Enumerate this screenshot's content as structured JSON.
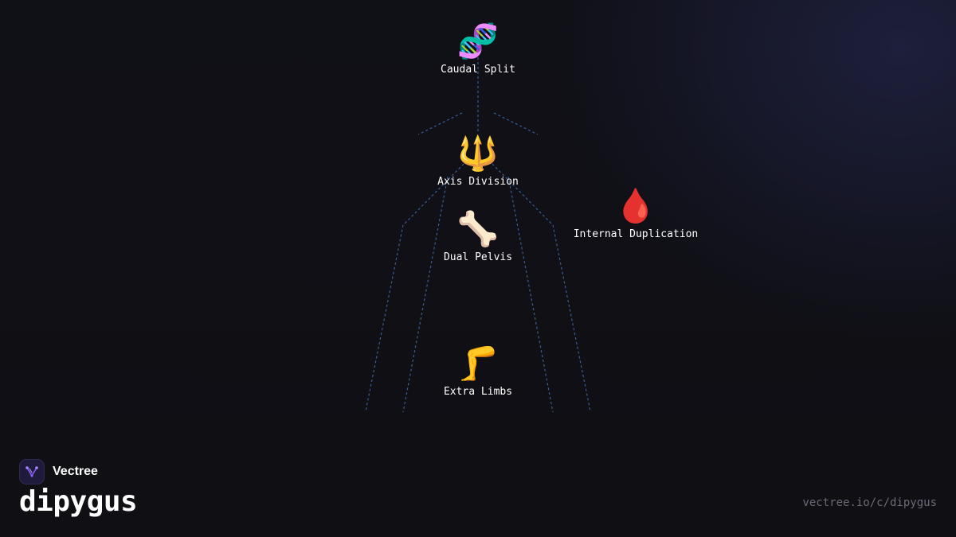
{
  "diagram": {
    "nodes": [
      {
        "id": "caudal-split",
        "label": "Caudal Split",
        "emoji": "🧬"
      },
      {
        "id": "axis-division",
        "label": "Axis Division",
        "emoji": "🔱"
      },
      {
        "id": "internal-duplication",
        "label": "Internal Duplication",
        "emoji": "🩸"
      },
      {
        "id": "dual-pelvis",
        "label": "Dual Pelvis",
        "emoji": "🦴"
      },
      {
        "id": "extra-limbs",
        "label": "Extra Limbs",
        "emoji": "🦵"
      }
    ]
  },
  "brand": {
    "name": "Vectree",
    "logo_icon": "branching-tree-icon",
    "accent": "#8b5cf6"
  },
  "page": {
    "title": "dipygus",
    "url": "vectree.io/c/dipygus"
  },
  "colors": {
    "background": "#0f0f14",
    "edge": "#3b5f93",
    "text": "#ffffff",
    "muted": "#6b6b78"
  }
}
